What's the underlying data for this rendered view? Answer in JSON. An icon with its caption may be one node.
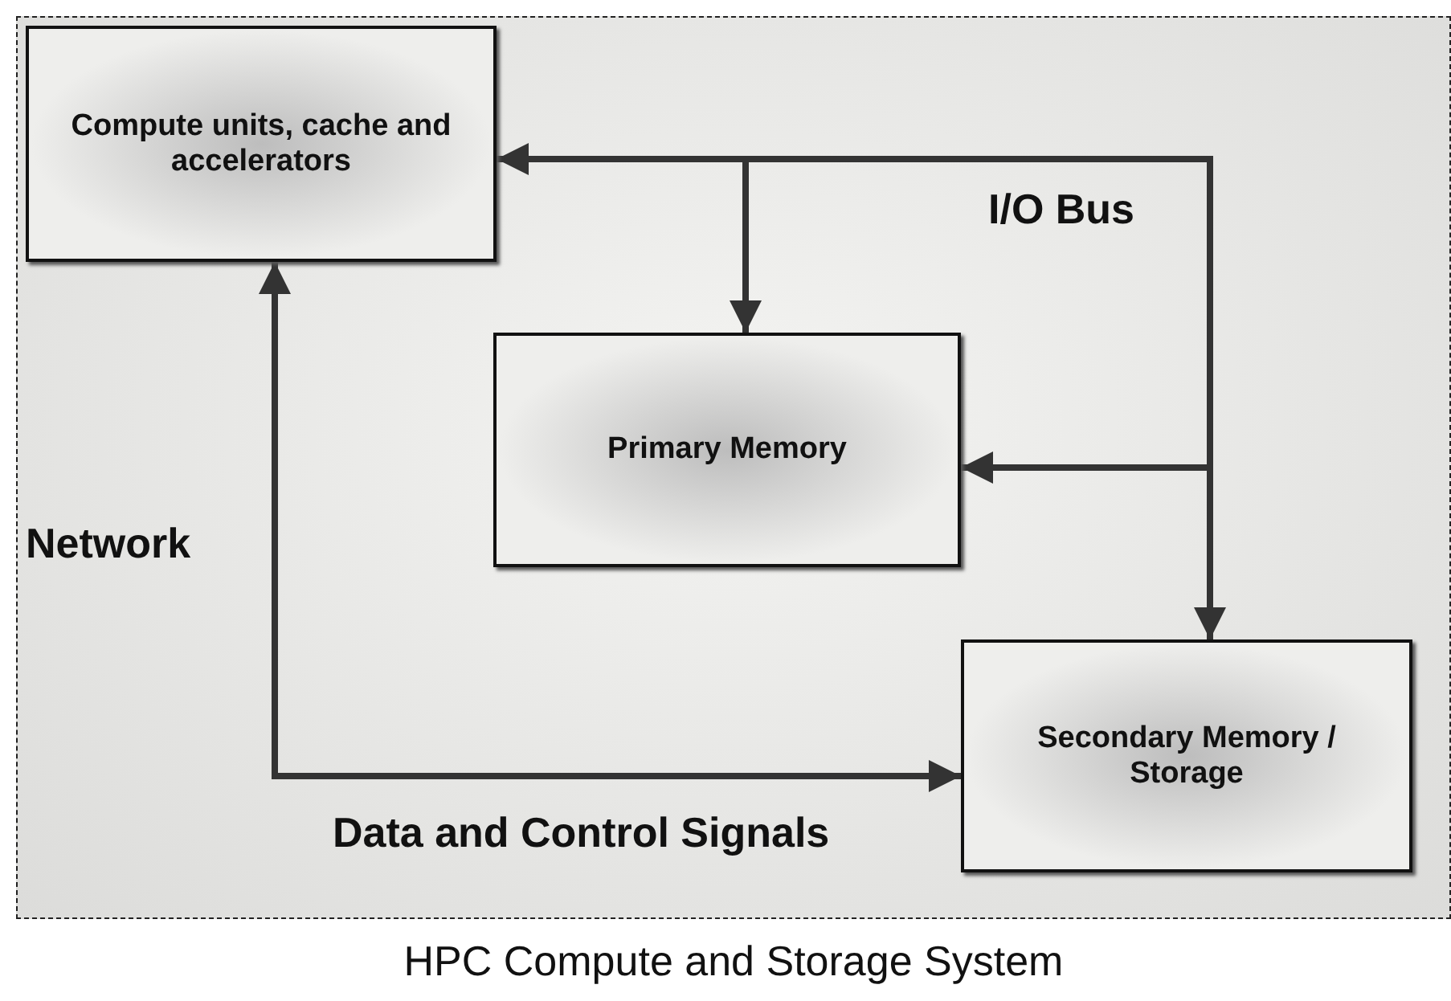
{
  "diagram": {
    "nodes": [
      {
        "text": [
          "HPC Compute and Storage System"
        ]
      },
      {
        "text": [
          "Compute units, cache and accelerators"
        ],
        "in": 0
      },
      {
        "text": [
          "Primary Memory"
        ],
        "in": 0
      },
      {
        "text": [
          "Secondary Memory / Storage"
        ],
        "in": 0
      }
    ],
    "edges": [
      {
        "from": 1,
        "to": 3,
        "arrow": "both",
        "label": "I/O Bus"
      },
      {
        "from": 1,
        "to": 2,
        "arrow": "to"
      },
      {
        "from": 3,
        "to": 2,
        "arrow": "to"
      },
      {
        "from": 1,
        "to": 3,
        "arrow": "both",
        "label": "Data and Control Signals"
      }
    ],
    "labels": [
      "Network"
    ]
  }
}
